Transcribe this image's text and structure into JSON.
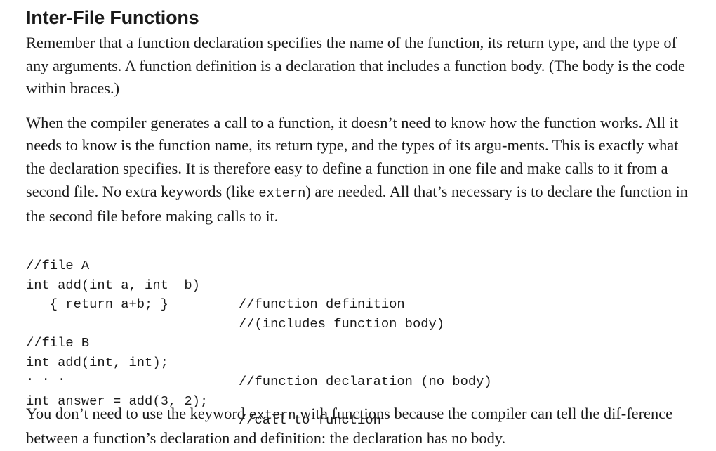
{
  "heading": "Inter-File Functions",
  "paragraph1": "Remember that a function declaration specifies the name of the function, its return type, and the type of any arguments. A function definition is a declaration that includes a function body. (The body is the code within braces.)",
  "paragraph2": {
    "before": "When the compiler generates a call to a function, it doesn’t need to know how the function works. All it needs to know is the function name, its return type, and the types of its argu-ments. This is exactly what the declaration specifies. It is therefore easy to define a function in one file and make calls to it from a second file. No extra keywords (like ",
    "keyword": "extern",
    "after": ") are needed. All that’s necessary is to declare the function in the second file before making calls to it."
  },
  "code": {
    "fileA_comment": "//file A",
    "lineA1_code": "int add(int a, int  b)",
    "lineA1_comment": "//function definition",
    "lineA2_code": "   { return a+b; }",
    "lineA2_comment": "//(includes function body)",
    "fileB_comment": "//file B",
    "lineB1_code": "int add(int, int);",
    "lineB1_comment": "//function declaration (no body)",
    "ellipsis": ". . .",
    "lineB2_code": "int answer = add(3, 2);",
    "lineB2_comment": "//call to function"
  },
  "paragraph3": {
    "before": "You don’t need to use the keyword ",
    "keyword": "extern",
    "after": " with functions because the compiler can tell the dif-ference between a function’s declaration and definition: the declaration has no body."
  }
}
